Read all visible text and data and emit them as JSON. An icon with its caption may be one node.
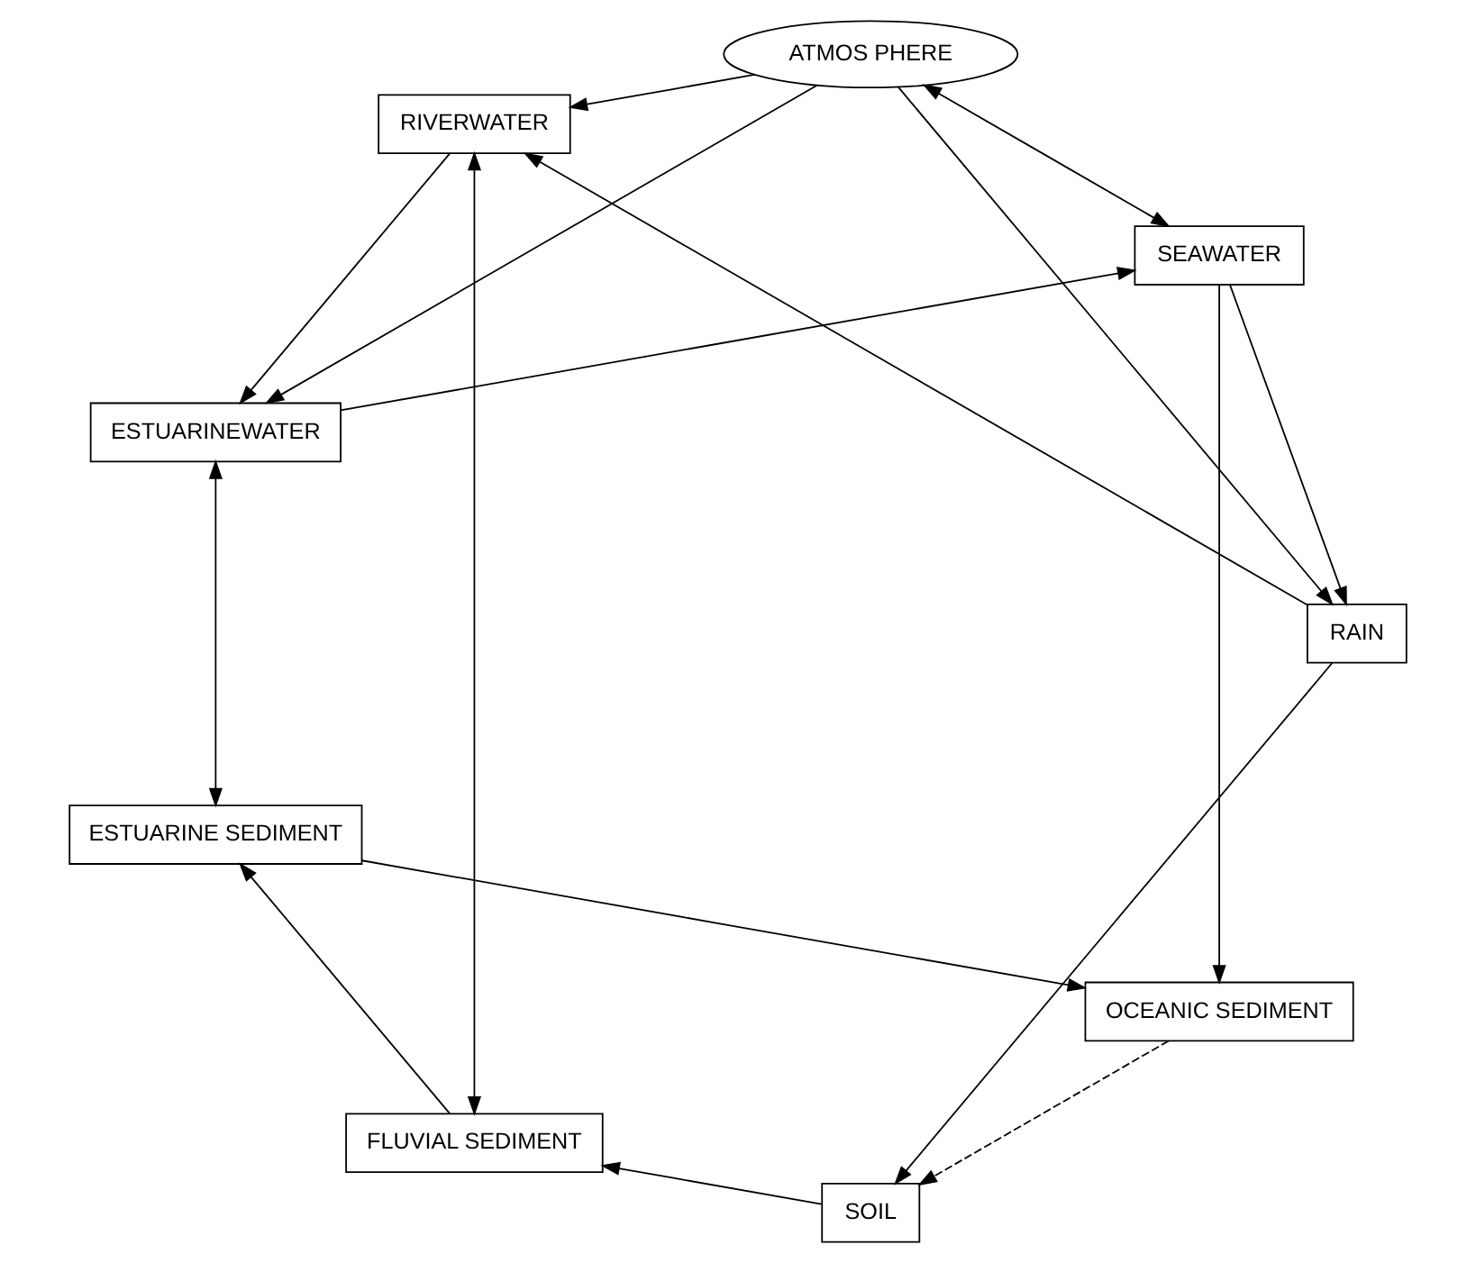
{
  "diagram": {
    "nodes": [
      {
        "text": [
          "OCEANIC SEDIMENT"
        ]
      },
      {
        "text": [
          "SOIL"
        ]
      },
      {
        "text": [
          "RAIN"
        ]
      },
      {
        "text": [
          "SEAWATER"
        ]
      },
      {
        "text": [
          "RIVERWATER"
        ]
      },
      {
        "text": [
          "ATMOS PHERE"
        ]
      },
      {
        "text": [
          "ESTUARINE SEDIMENT"
        ]
      },
      {
        "text": [
          "ESTUARINEWATER"
        ]
      },
      {
        "text": [
          "FLUVIAL SEDIMENT"
        ]
      }
    ],
    "edges": [
      {
        "from": 0,
        "to": 1,
        "arrow": "to",
        "style": "dashed"
      },
      {
        "from": 2,
        "to": 1,
        "arrow": "to"
      },
      {
        "from": 2,
        "to": 4,
        "arrow": "to"
      },
      {
        "from": 3,
        "to": 2,
        "arrow": "to"
      },
      {
        "from": 5,
        "to": 2,
        "arrow": "to"
      },
      {
        "from": 3,
        "to": 0,
        "arrow": "to"
      },
      {
        "from": 6,
        "to": 0,
        "arrow": "to"
      },
      {
        "from": 1,
        "to": 8,
        "arrow": "to"
      },
      {
        "from": 5,
        "to": 4,
        "arrow": "to"
      },
      {
        "from": 4,
        "to": 8,
        "arrow": "both"
      },
      {
        "from": 4,
        "to": 7,
        "arrow": "to"
      },
      {
        "from": 5,
        "to": 7,
        "arrow": "to"
      },
      {
        "from": 7,
        "to": 3,
        "arrow": "to"
      },
      {
        "from": 5,
        "to": 3,
        "arrow": "both"
      },
      {
        "from": 7,
        "to": 6,
        "arrow": "both"
      },
      {
        "from": 8,
        "to": 6,
        "arrow": "to"
      }
    ]
  }
}
